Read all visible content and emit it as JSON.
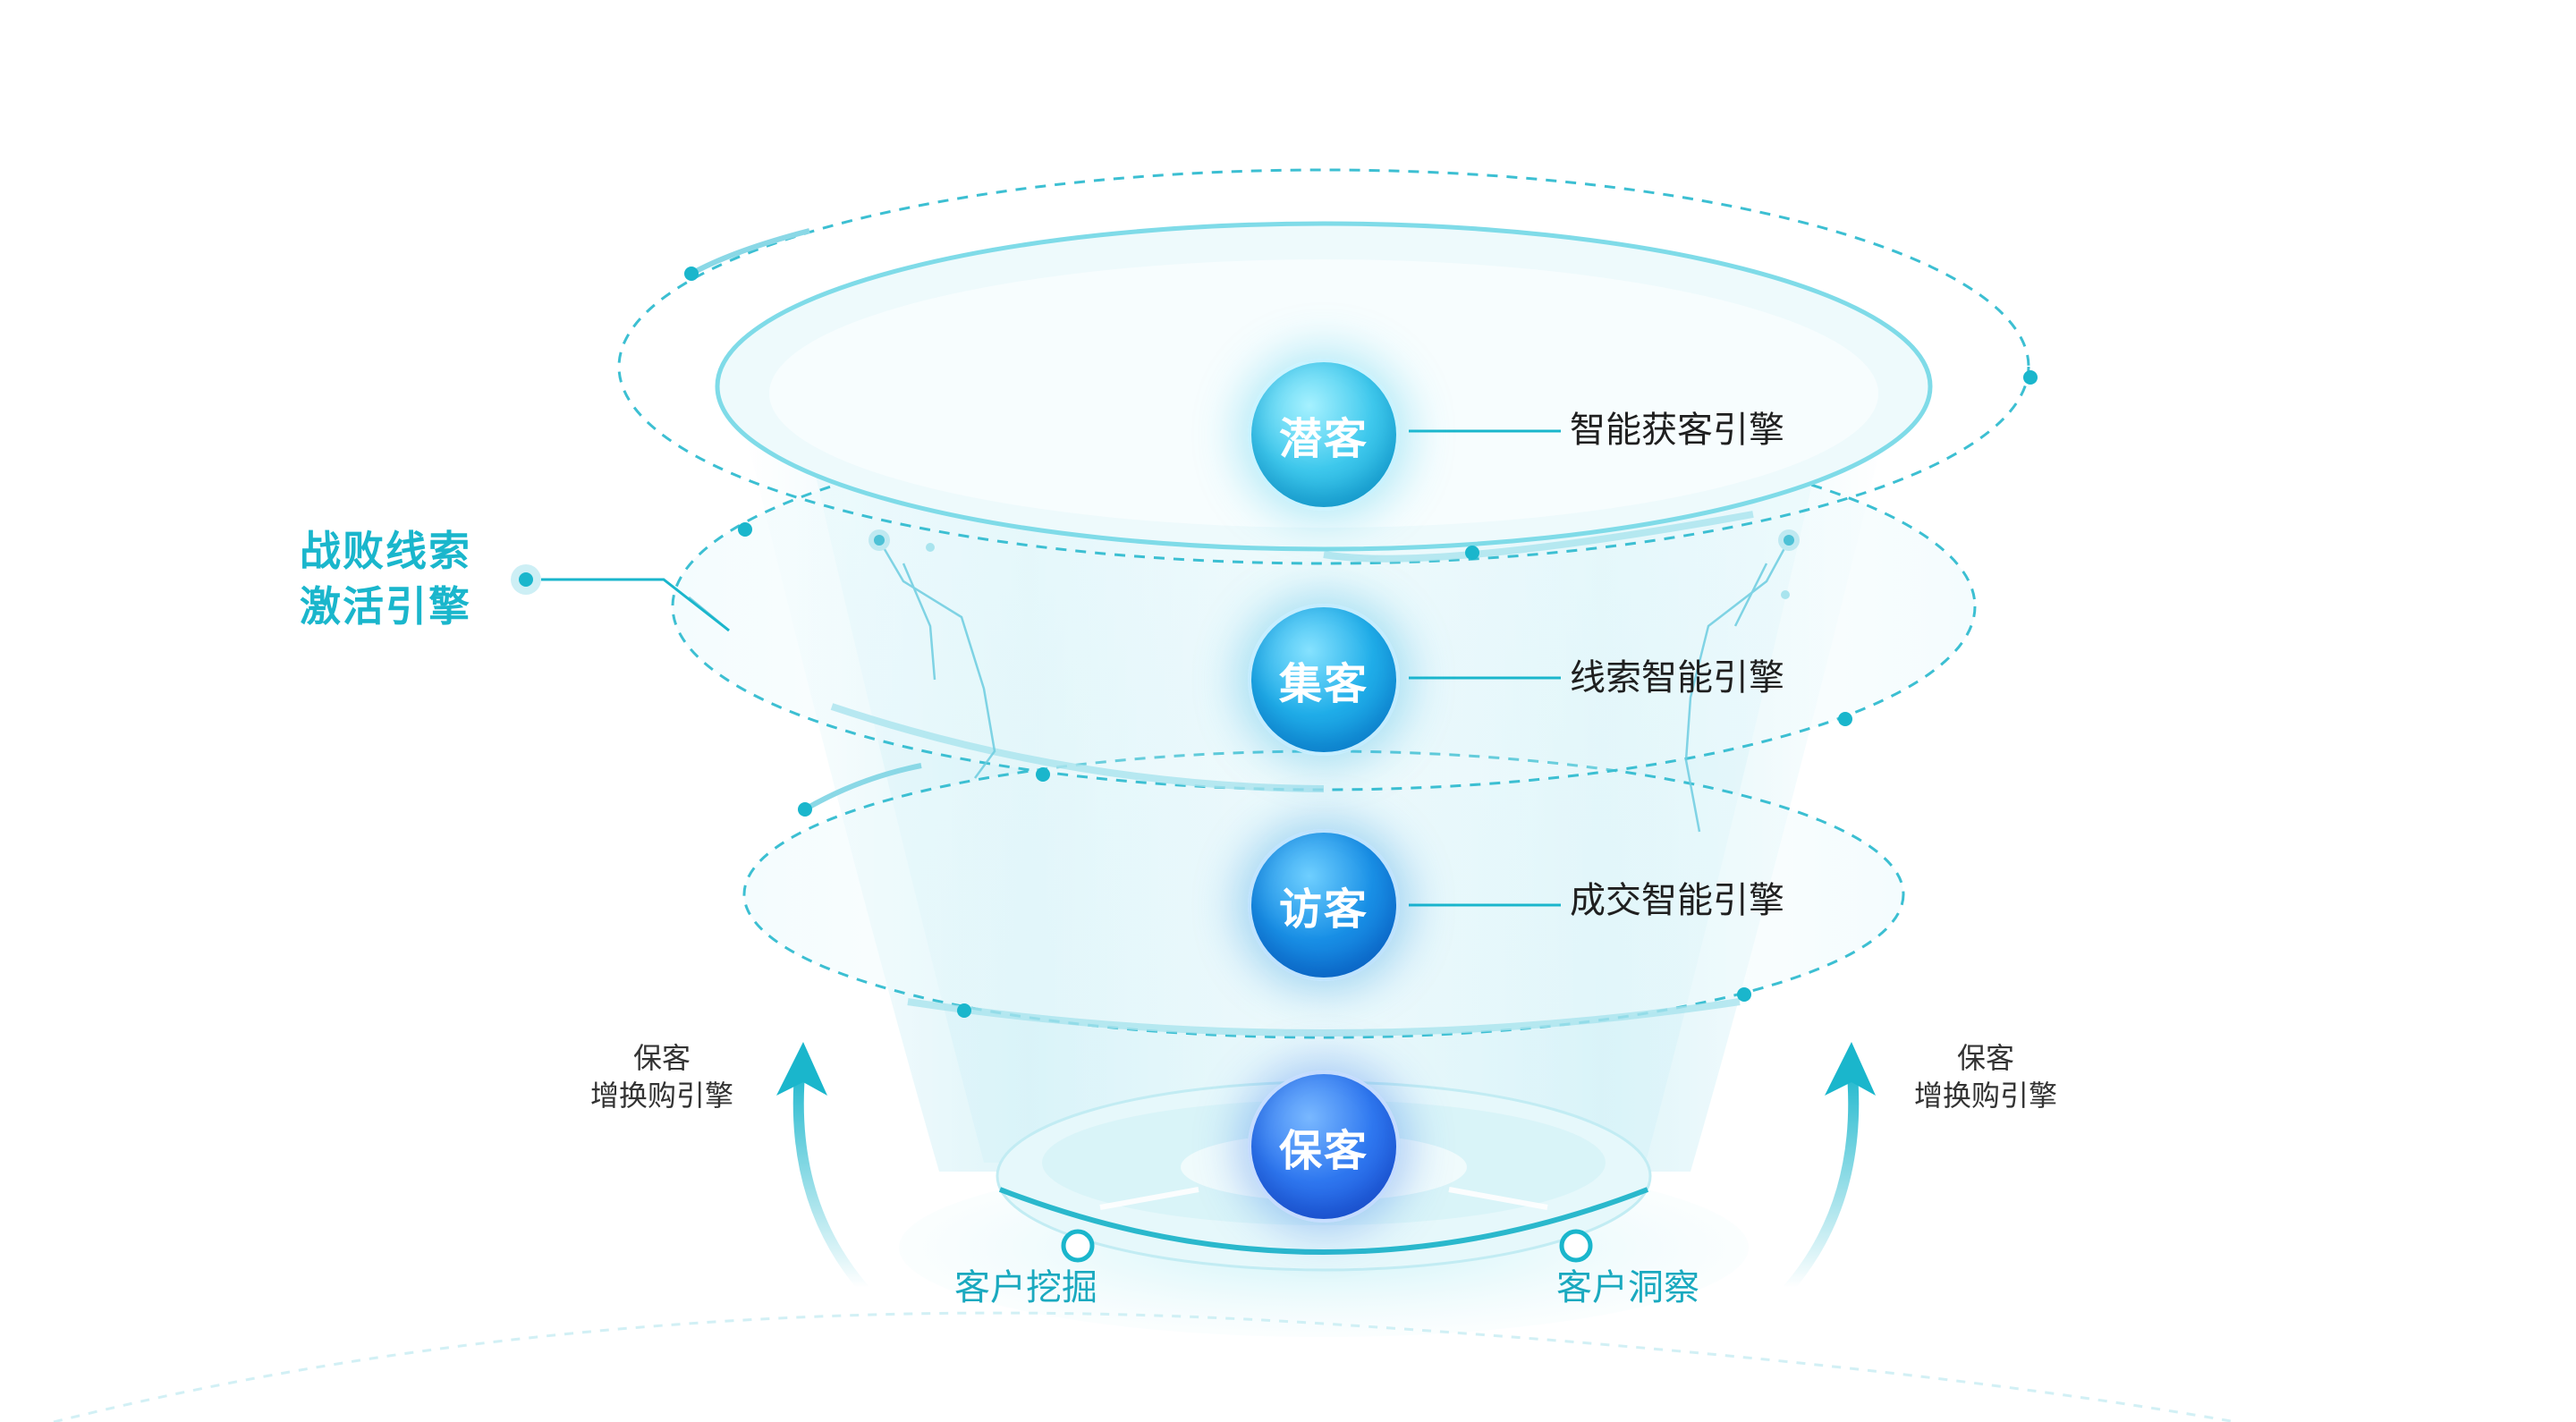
{
  "stages": [
    {
      "label": "潜客",
      "engine": "智能获客引擎"
    },
    {
      "label": "集客",
      "engine": "线索智能引擎"
    },
    {
      "label": "访客",
      "engine": "成交智能引擎"
    },
    {
      "label": "保客",
      "engine": ""
    }
  ],
  "left_engine": {
    "line1": "战败线索",
    "line2": "激活引擎"
  },
  "retention_arrows": {
    "left": {
      "line1": "保客",
      "line2": "增换购引擎"
    },
    "right": {
      "line1": "保客",
      "line2": "增换购引擎"
    }
  },
  "bottom_labels": {
    "left": "客户挖掘",
    "right": "客户洞察"
  },
  "colors": {
    "teal_primary": "#1ab6cc",
    "teal_light": "#7fdbe8",
    "blue_mid": "#1990e6",
    "blue_deep": "#2f78f0",
    "text_dark": "#1f1f1f",
    "text_gray": "#333333"
  }
}
